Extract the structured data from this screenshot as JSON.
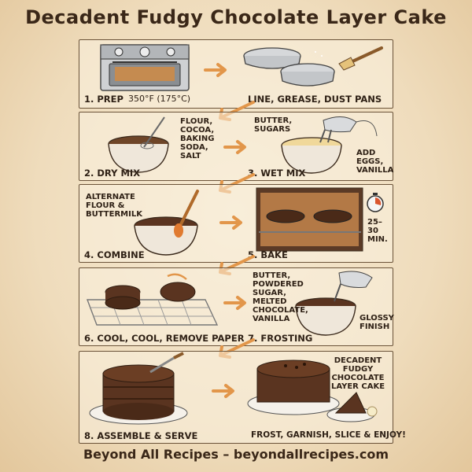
{
  "title": "Decadent Fudgy Chocolate Layer Cake",
  "footer": "Beyond All Recipes – beyondallrecipes.com",
  "steps": {
    "prep": {
      "label": "1. PREP",
      "temp": "350°F (175°C)",
      "note": "LINE, GREASE, DUST PANS"
    },
    "dry": {
      "label": "2. DRY MIX",
      "note": "FLOUR,\nCOCOA,\nBAKING\nSODA,\nSALT"
    },
    "wet": {
      "label": "3. WET MIX",
      "note_top": "BUTTER,\nSUGARS",
      "note_side": "ADD\nEGGS,\nVANILLA"
    },
    "combine": {
      "label": "4. COMBINE",
      "note": "ALTERNATE\nFLOUR &\nBUTTERMILK"
    },
    "bake": {
      "label": "5. BAKE",
      "note": "25–30\nMIN."
    },
    "cool": {
      "label": "6. COOL, COOL, REMOVE PAPER"
    },
    "frosting": {
      "label": "7. FROSTING",
      "note": "BUTTER,\nPOWDERED\nSUGAR,\nMELTED\nCHOCOLATE,\nVANILLA",
      "note_side": "GLOSSY\nFINISH"
    },
    "serve": {
      "label": "8. ASSEMBLE & SERVE",
      "note_top": "DECADENT FUDGY\nCHOCOLATE\nLAYER CAKE",
      "note_bottom": "FROST, GARNISH, SLICE & ENJOY!"
    }
  },
  "colors": {
    "ink": "#3a2a1c",
    "chocolate": "#5a3420",
    "frosting": "#6b3e24",
    "batter": "#f0d89a",
    "arrow": "#e2964a",
    "steel": "#b9bcc0"
  }
}
